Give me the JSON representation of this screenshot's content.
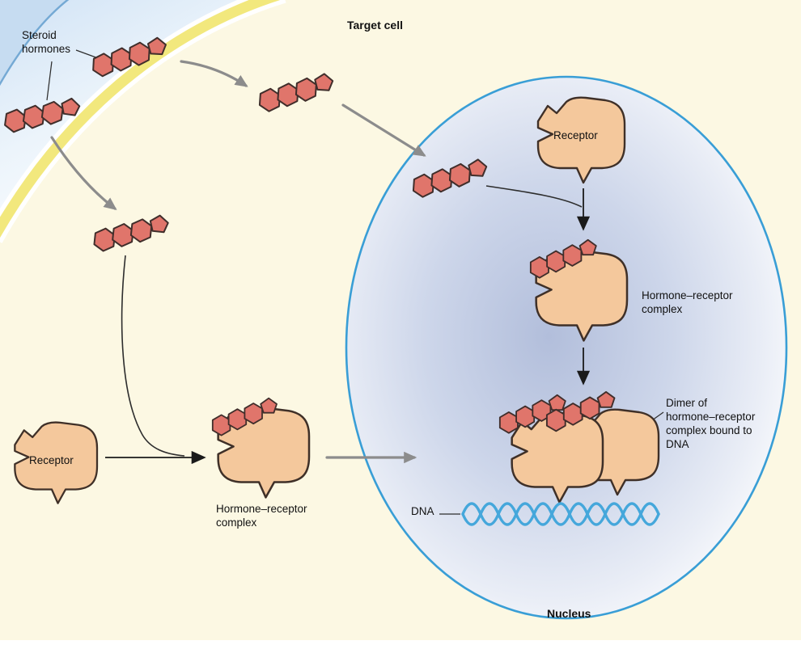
{
  "labels": {
    "steroid_hormones": "Steroid\nhormones",
    "target_cell": "Target cell",
    "receptor_cytoplasm": "Receptor",
    "receptor_nucleus": "Receptor",
    "complex_cytoplasm": "Hormone–receptor\ncomplex",
    "complex_nucleus": "Hormone–receptor\ncomplex",
    "dimer_caption": "Dimer of\nhormone–receptor\ncomplex bound to\nDNA",
    "dna": "DNA",
    "nucleus": "Nucleus"
  },
  "colors": {
    "cell-bg": "#fcf8e3",
    "corner-fill": "#c6dcf1",
    "corner-line": "#74a9d4",
    "membrane-yellow": "#f2e87d",
    "membrane-border": "#ffffff",
    "nucleus-line": "#399ed6",
    "molecule-fill": "#e0756b",
    "molecule-stroke": "#402e2b",
    "receptor-fill": "#f4c89c",
    "receptor-stroke": "#3f3028",
    "dna-blue": "#45a7db",
    "arrow-gray": "#8c8c8c",
    "arrow-black": "#1a1a1a",
    "text": "#111111"
  }
}
